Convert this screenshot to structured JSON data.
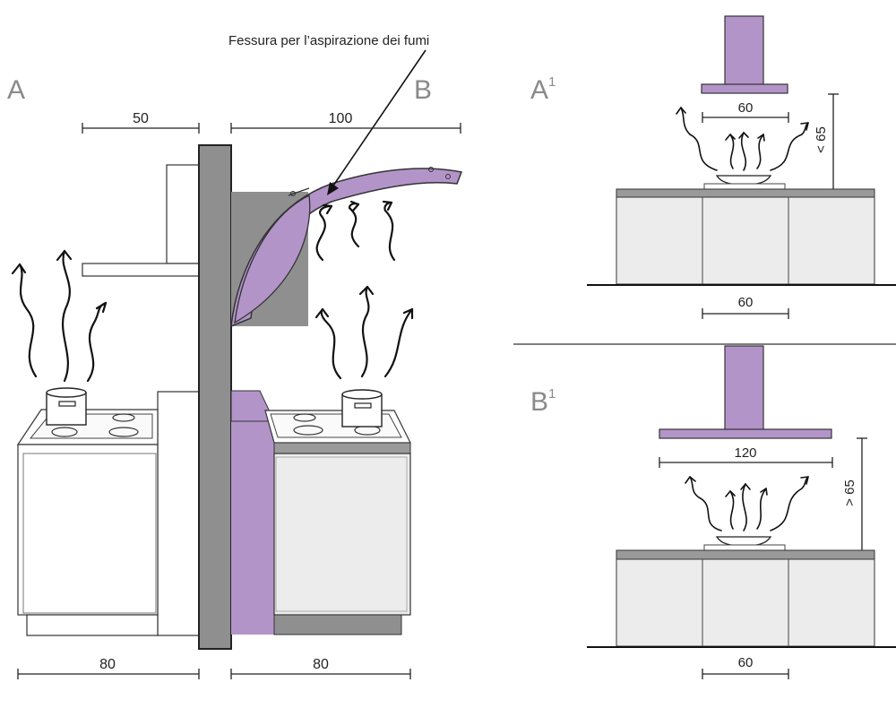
{
  "annotation": "Fessura per l’aspirazione dei fumi",
  "labels": {
    "a": "A",
    "b": "B",
    "a1": "A",
    "a1_sup": "1",
    "b1": "B",
    "b1_sup": "1"
  },
  "dimensions": {
    "a_top": "50",
    "b_top": "100",
    "a_bottom": "80",
    "b_bottom": "80",
    "a1_hood": "60",
    "a1_height": "< 65",
    "a1_bottom": "60",
    "b1_hood": "120",
    "b1_height": "> 65",
    "b1_bottom": "60"
  },
  "colors": {
    "hood": "#b394c9",
    "wall": "#8f8f8f",
    "cabinet": "#ececec",
    "counter": "#9a9a9a"
  }
}
